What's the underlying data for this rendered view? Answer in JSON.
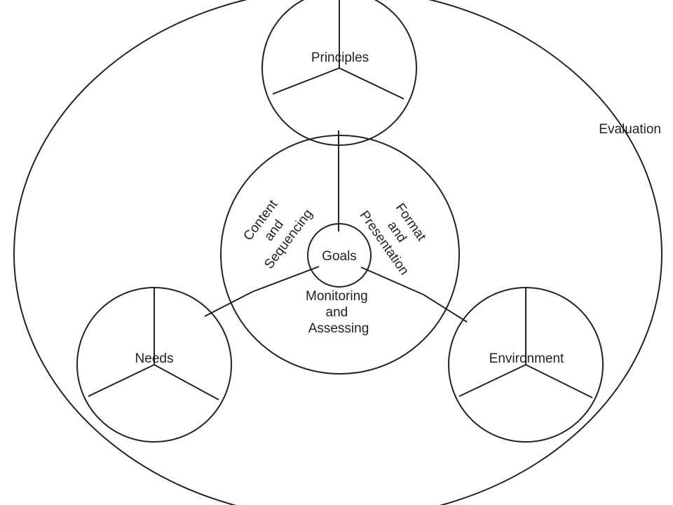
{
  "colors": {
    "stroke": "#222222",
    "background": "#ffffff",
    "text": "#222222"
  },
  "outer_label": "Evaluation",
  "center_label": "Goals",
  "inner_sectors": {
    "left": [
      "Content",
      "and",
      "Sequencing"
    ],
    "right": [
      "Format",
      "and",
      "Presentation"
    ],
    "bottom": [
      "Monitoring",
      "and",
      "Assessing"
    ]
  },
  "satellites": {
    "top": "Principles",
    "left": "Needs",
    "right": "Environment"
  }
}
